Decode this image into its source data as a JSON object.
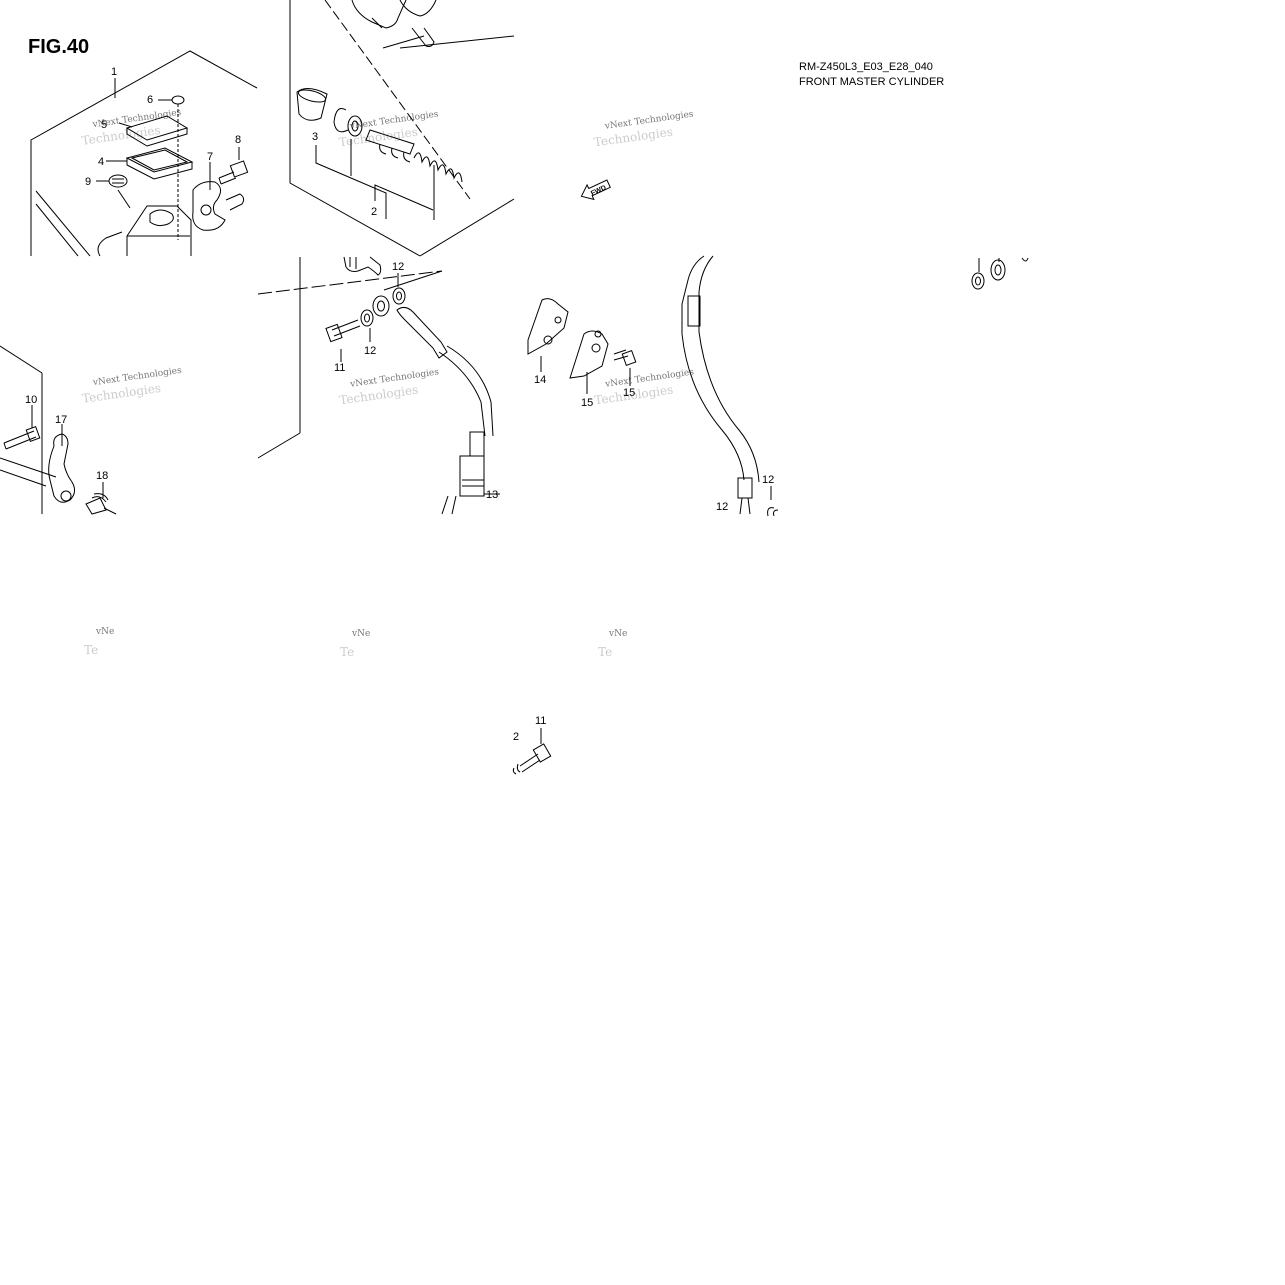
{
  "figure": {
    "title": "FIG.40",
    "model_code": "RM-Z450L3_E03_E28_040",
    "section_name": "FRONT MASTER CYLINDER"
  },
  "callouts": [
    {
      "id": "c1",
      "label": "1"
    },
    {
      "id": "c2",
      "label": "2"
    },
    {
      "id": "c3",
      "label": "3"
    },
    {
      "id": "c4",
      "label": "4"
    },
    {
      "id": "c5",
      "label": "5"
    },
    {
      "id": "c6",
      "label": "6"
    },
    {
      "id": "c7",
      "label": "7"
    },
    {
      "id": "c8",
      "label": "8"
    },
    {
      "id": "c9",
      "label": "9"
    },
    {
      "id": "c10",
      "label": "10"
    },
    {
      "id": "c11a",
      "label": "11"
    },
    {
      "id": "c11b",
      "label": "11"
    },
    {
      "id": "c12a",
      "label": "12"
    },
    {
      "id": "c12b",
      "label": "12"
    },
    {
      "id": "c12c",
      "label": "12"
    },
    {
      "id": "c12d",
      "label": "12"
    },
    {
      "id": "c12e",
      "label": "2"
    },
    {
      "id": "c13",
      "label": "13"
    },
    {
      "id": "c14",
      "label": "14"
    },
    {
      "id": "c15a",
      "label": "15"
    },
    {
      "id": "c15b",
      "label": "15"
    },
    {
      "id": "c17",
      "label": "17"
    },
    {
      "id": "c18",
      "label": "18"
    }
  ],
  "fwd_label": "FWD",
  "watermark": {
    "line1": "vNext Technologies",
    "line2": "Technologies"
  }
}
